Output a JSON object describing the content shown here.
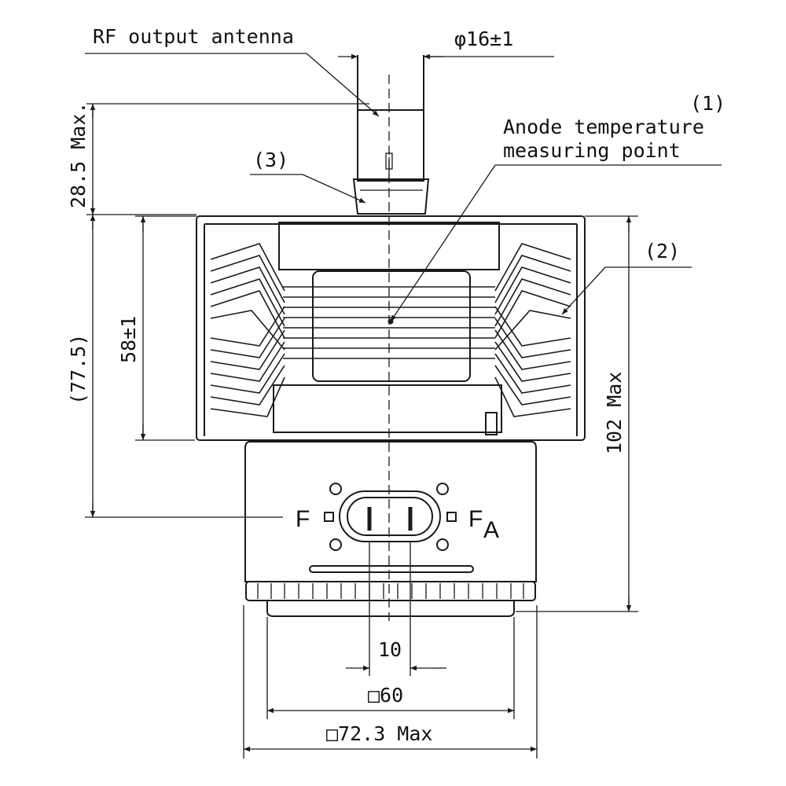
{
  "labels": {
    "rf_antenna": "RF output antenna",
    "antenna_diameter": "φ16±1",
    "height_top": "28.5 Max.",
    "callout_1": "(1)",
    "anode_line1": "Anode temperature",
    "anode_line2": "measuring point",
    "callout_3": "(3)",
    "callout_2": "(2)",
    "overall_height": "(77.5)",
    "fin_height": "58±1",
    "total_height": "102 Max",
    "terminal_f": "F",
    "terminal_fa_f": "F",
    "terminal_fa_sub": "A",
    "pin_spacing": "10",
    "body_square": "□60",
    "flange_square": "□72.3 Max"
  },
  "colors": {
    "line": "#1a1a1a",
    "background": "#ffffff"
  }
}
